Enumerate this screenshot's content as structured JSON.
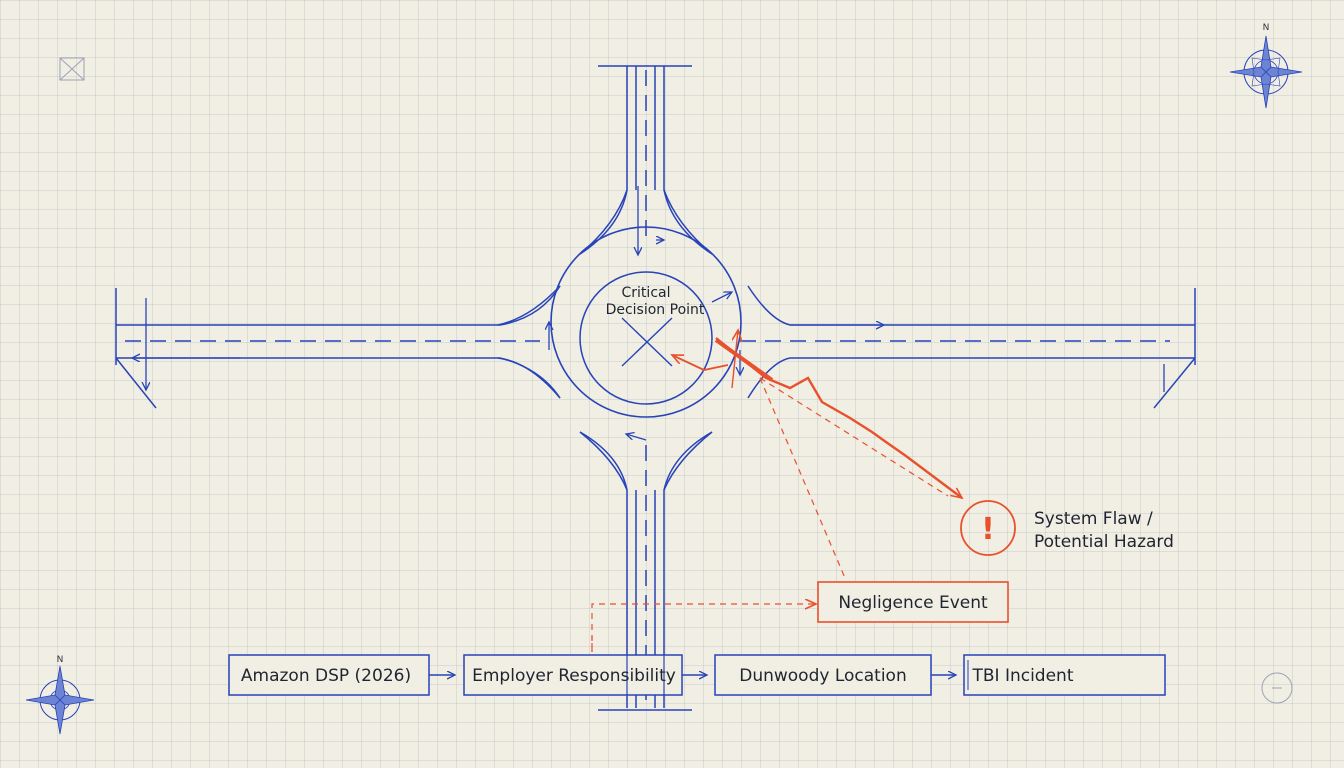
{
  "center_label": {
    "line1": "Critical",
    "line2": "Decision Point"
  },
  "hazard_label": {
    "line1": "System Flaw /",
    "line2": "Potential Hazard",
    "symbol": "!"
  },
  "event_box": "Negligence Event",
  "flow_boxes": [
    "Amazon DSP (2026)",
    "Employer Responsibility",
    "Dunwoody Location",
    "TBI Incident"
  ],
  "compass": {
    "top_right_label": "N",
    "bottom_left_label": "N"
  },
  "colors": {
    "blueprint": "#2744b8",
    "hazard": "#e8512e",
    "paper": "#f1eee3"
  }
}
